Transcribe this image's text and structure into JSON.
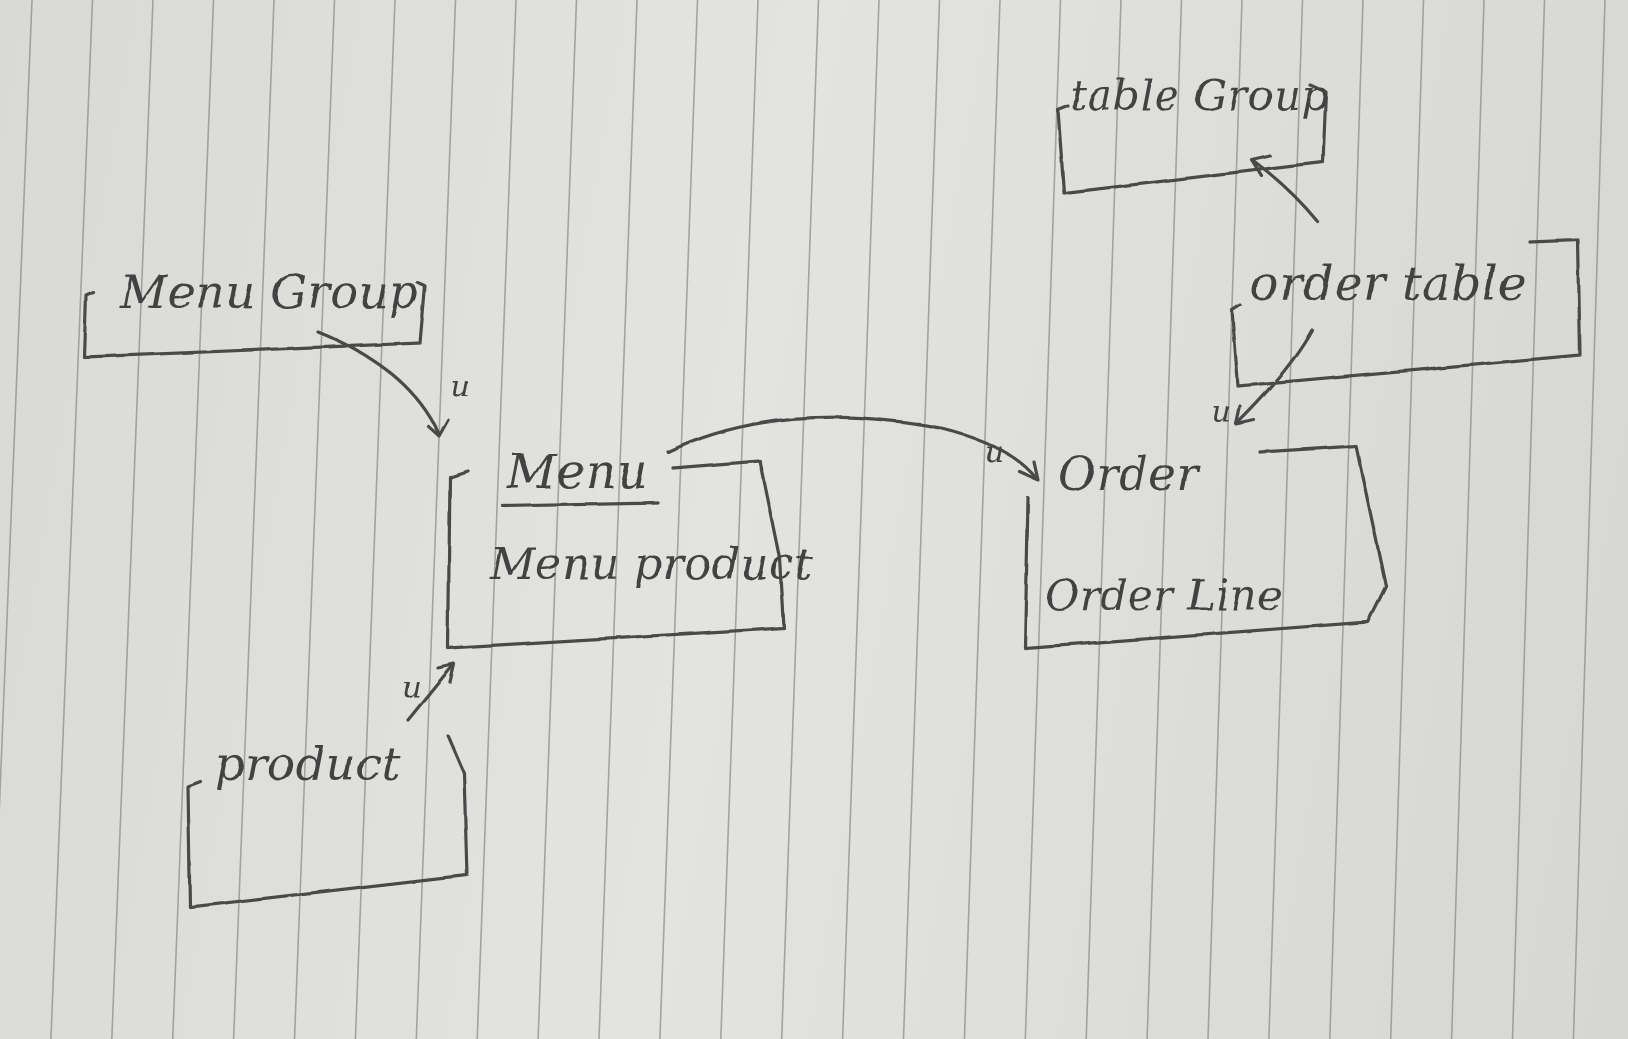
{
  "boxes": {
    "menu_group": {
      "label": "Menu Group"
    },
    "menu": {
      "label": "Menu",
      "sub_label": "Menu product"
    },
    "product": {
      "label": "product"
    },
    "table_group": {
      "label": "table Group"
    },
    "order_table": {
      "label": "order table"
    },
    "order": {
      "label": "Order",
      "sub_label": "Order Line"
    }
  },
  "relations": [
    {
      "from": "menu_group",
      "to": "menu",
      "marker": "u"
    },
    {
      "from": "product",
      "to": "menu",
      "marker": "u"
    },
    {
      "from": "menu",
      "to": "order",
      "marker": "u"
    },
    {
      "from": "order_table",
      "to": "table_group",
      "marker": ""
    },
    {
      "from": "order_table",
      "to": "order",
      "marker": "u"
    }
  ]
}
